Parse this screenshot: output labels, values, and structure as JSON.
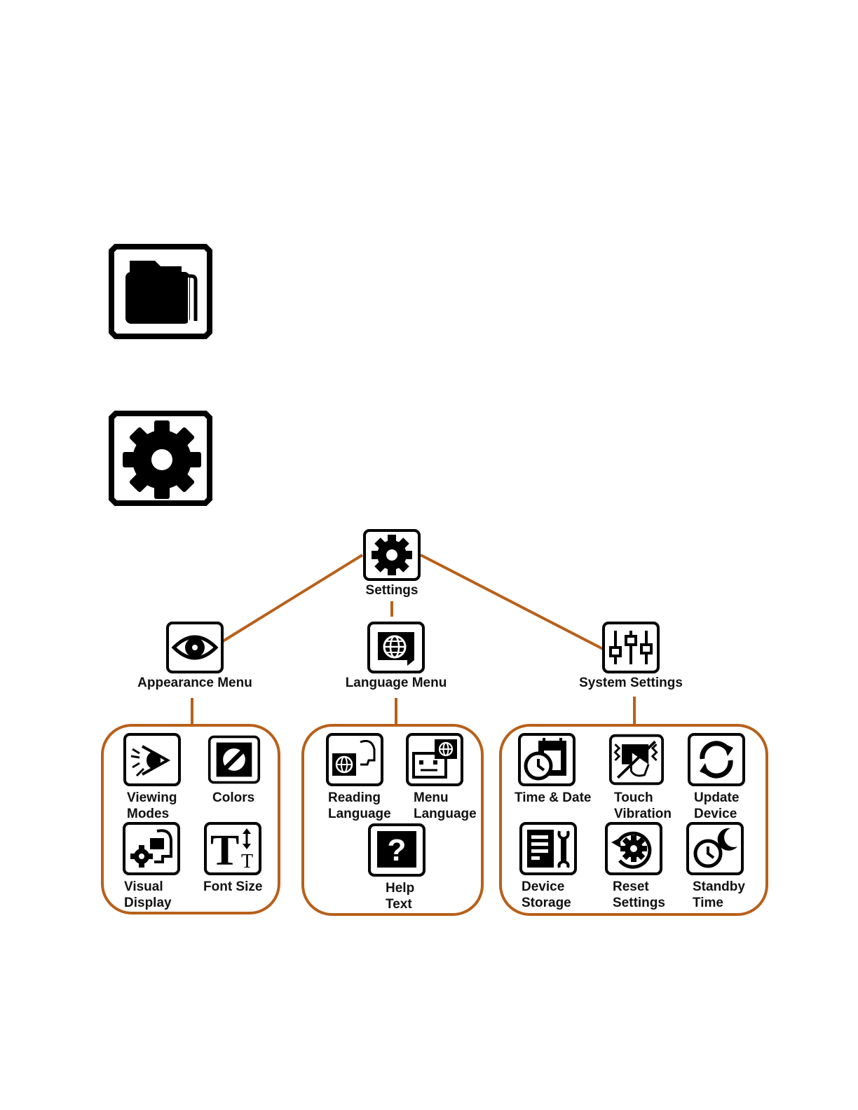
{
  "colors": {
    "connector": "#b8601a",
    "icon": "#000000",
    "background": "#ffffff"
  },
  "top_icons": [
    {
      "name": "folder-icon"
    },
    {
      "name": "gear-icon"
    }
  ],
  "root": {
    "label": "Settings",
    "icon": "gear-icon"
  },
  "menus": [
    {
      "label": "Appearance Menu",
      "icon": "eye-gear-icon",
      "items": [
        {
          "label": "Viewing\nModes",
          "icon": "viewing-modes-icon"
        },
        {
          "label": "Colors",
          "icon": "colors-icon"
        },
        {
          "label": "Visual\nDisplay",
          "icon": "visual-display-icon"
        },
        {
          "label": "Font Size",
          "icon": "font-size-icon"
        }
      ]
    },
    {
      "label": "Language Menu",
      "icon": "globe-icon",
      "items": [
        {
          "label": "Reading\nLanguage",
          "icon": "reading-language-icon"
        },
        {
          "label": "Menu\nLanguage",
          "icon": "menu-language-icon"
        },
        {
          "label": "Help\nText",
          "icon": "help-icon"
        }
      ]
    },
    {
      "label": "System Settings",
      "icon": "sliders-icon",
      "items": [
        {
          "label": "Time & Date",
          "icon": "time-date-icon"
        },
        {
          "label": "Touch\nVibration",
          "icon": "touch-vibration-icon"
        },
        {
          "label": "Update\nDevice",
          "icon": "update-icon"
        },
        {
          "label": "Device\nStorage",
          "icon": "storage-icon"
        },
        {
          "label": "Reset\nSettings",
          "icon": "reset-icon"
        },
        {
          "label": "Standby\nTime",
          "icon": "standby-icon"
        }
      ]
    }
  ]
}
